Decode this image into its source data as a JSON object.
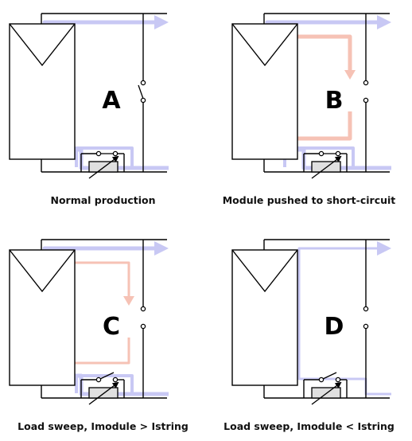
{
  "panels": [
    {
      "id": "A",
      "letter": "A",
      "caption": "Normal production",
      "variant": "normal"
    },
    {
      "id": "B",
      "letter": "B",
      "caption": "Module pushed to short-circuit",
      "variant": "short"
    },
    {
      "id": "C",
      "letter": "C",
      "caption": "Load sweep, Imodule > Istring",
      "variant": "sweep_high"
    },
    {
      "id": "D",
      "letter": "D",
      "caption": "Load sweep, Imodule < Istring",
      "variant": "sweep_low"
    }
  ],
  "colors": {
    "wire": "#000000",
    "string_current": "#c8c8f4",
    "module_current": "#f6c2b5",
    "resistor_fill": "#e0e0e0"
  }
}
